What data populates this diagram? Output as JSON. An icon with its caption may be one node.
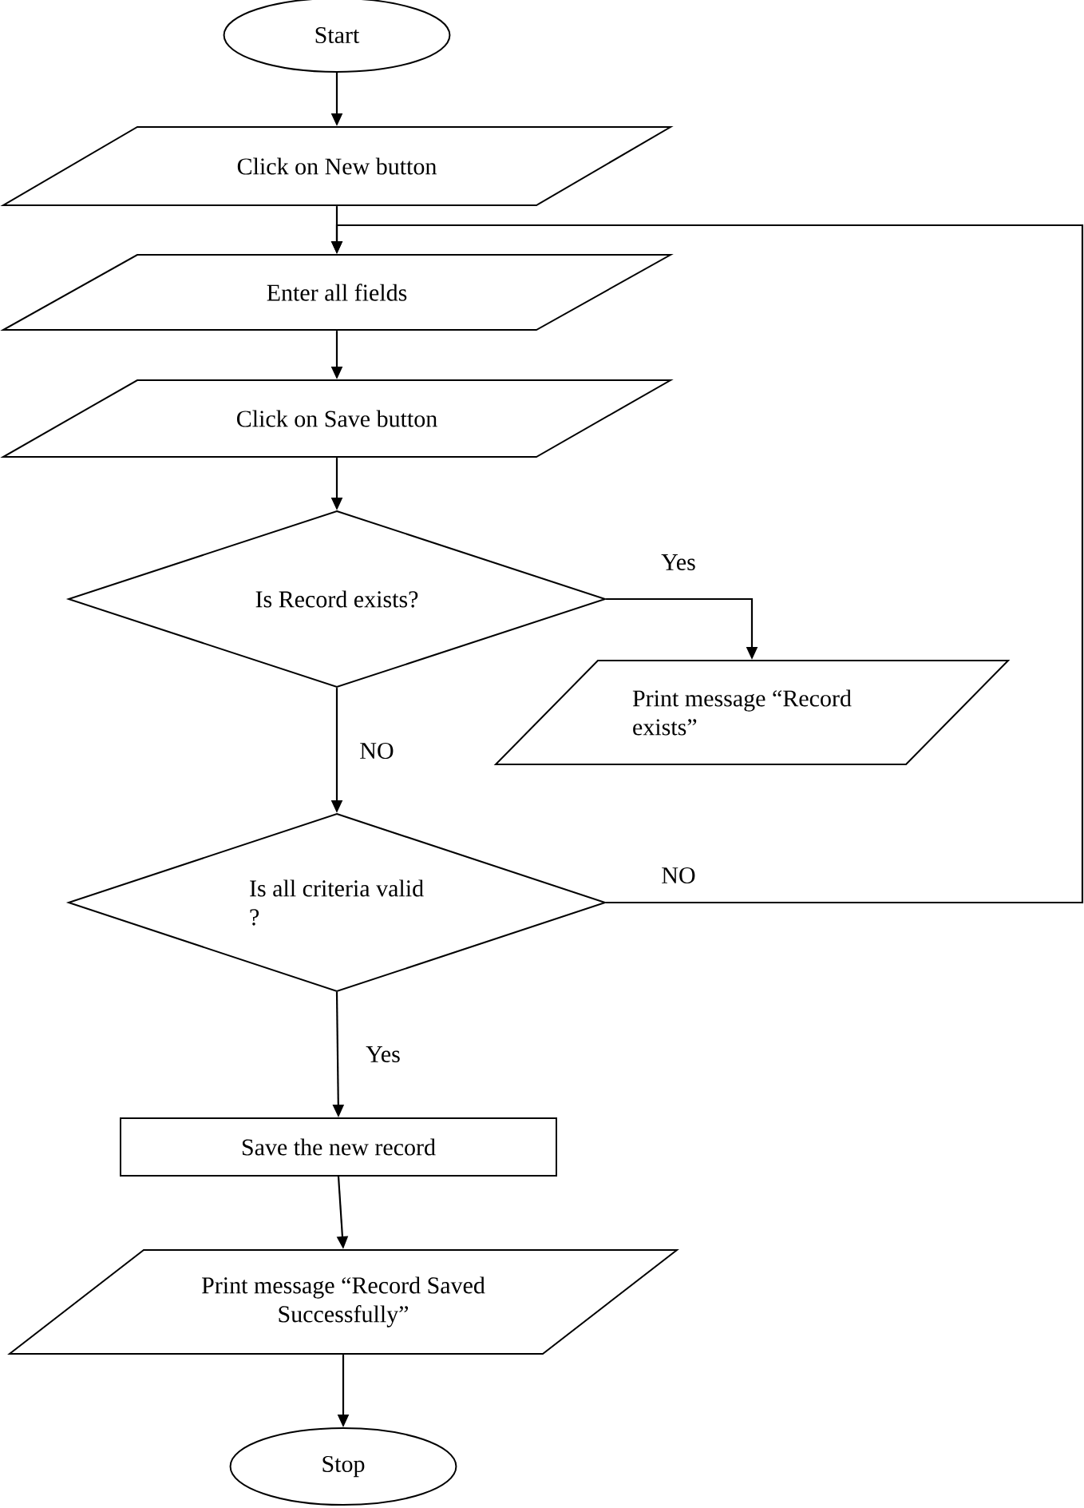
{
  "diagram": {
    "nodes": [
      {
        "text": [
          "Start"
        ]
      },
      {
        "text": [
          "Click on New button"
        ]
      },
      {
        "text": [
          "Enter all fields"
        ]
      },
      {
        "text": [
          "Click on Save button"
        ]
      },
      {
        "text": [
          "Is Record exists?"
        ]
      },
      {
        "text": [
          "Print message “Record exists”"
        ]
      },
      {
        "text": [
          "Is all criteria valid ?"
        ]
      },
      {
        "text": [
          "Save the new record"
        ]
      },
      {
        "text": [
          "Print message “Record Saved Successfully”"
        ]
      },
      {
        "text": [
          "Stop"
        ]
      }
    ],
    "edges": [
      {
        "from": 0,
        "to": 1,
        "arrow": "to"
      },
      {
        "from": 1,
        "to": 2,
        "arrow": "to"
      },
      {
        "from": 2,
        "to": 3,
        "arrow": "to"
      },
      {
        "from": 3,
        "to": 4,
        "arrow": "to"
      },
      {
        "from": 4,
        "to": 5,
        "arrow": "to",
        "label": "Yes"
      },
      {
        "from": 4,
        "to": 6,
        "arrow": "to",
        "label": "NO"
      },
      {
        "from": 6,
        "to": 2,
        "arrow": "to",
        "label": "NO"
      },
      {
        "from": 6,
        "to": 7,
        "arrow": "to",
        "label": "Yes"
      },
      {
        "from": 7,
        "to": 8,
        "arrow": "to"
      },
      {
        "from": 8,
        "to": 9,
        "arrow": "to"
      }
    ]
  }
}
